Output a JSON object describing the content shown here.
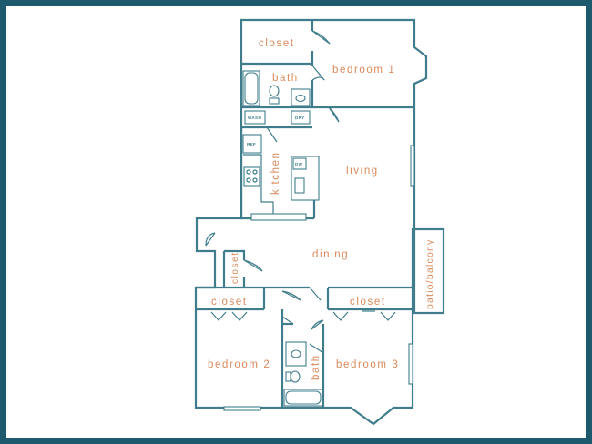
{
  "rooms": {
    "closet_top": "closet",
    "bedroom_1": "bedroom 1",
    "bath_top": "bath",
    "kitchen": "kitchen",
    "living": "living",
    "dining": "dining",
    "closet_entry": "closet",
    "patio": "patio/balcony",
    "closet_bed2": "closet",
    "closet_bed3": "closet",
    "bedroom_2": "bedroom 2",
    "bath_bottom": "bath",
    "bedroom_3": "bedroom 3"
  },
  "appliances": {
    "wash": "WASH",
    "dry": "DRY",
    "ref": "REF",
    "dw": "DW"
  },
  "colors": {
    "frame": "#1e5a6e",
    "walls": "#3f7d8c",
    "labels": "#d9895a"
  }
}
